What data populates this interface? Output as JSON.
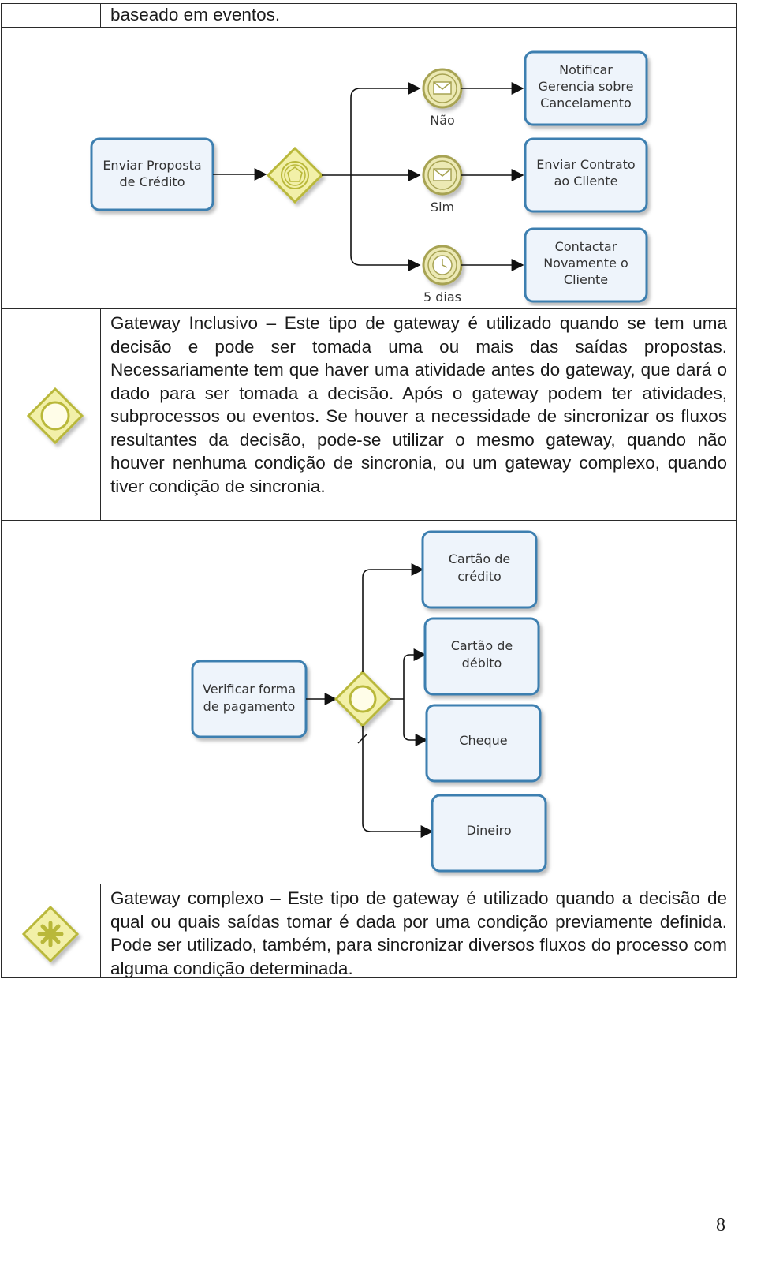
{
  "intro_tail": "baseado em eventos.",
  "diagram_event": {
    "task_start": [
      "Enviar Proposta",
      "de Crédito"
    ],
    "events": [
      "Não",
      "Sim",
      "5 dias"
    ],
    "targets": [
      [
        "Notificar",
        "Gerencia sobre",
        "Cancelamento"
      ],
      [
        "Enviar Contrato",
        "ao Cliente"
      ],
      [
        "Contactar",
        "Novamente o",
        "Cliente"
      ]
    ]
  },
  "inclusive": {
    "text": "Gateway Inclusivo – Este tipo de gateway é utilizado quando se tem uma decisão e pode ser tomada uma ou mais das saídas propostas. Necessariamente tem que haver uma atividade antes do gateway, que dará o dado para ser tomada a decisão. Após o gateway podem ter atividades, subprocessos ou eventos. Se houver a necessidade de sincronizar os fluxos resultantes da decisão, pode-se utilizar o mesmo gateway, quando não houver nenhuma condição de sincronia, ou um gateway complexo, quando tiver condição de sincronia."
  },
  "diagram_inclusive": {
    "task_start": [
      "Verificar forma",
      "de pagamento"
    ],
    "targets": [
      [
        "Cartão de",
        "crédito"
      ],
      [
        "Cartão de",
        "débito"
      ],
      [
        "Cheque"
      ],
      [
        "Dineiro"
      ]
    ]
  },
  "complex": {
    "text": "Gateway complexo – Este tipo de gateway é utilizado quando a decisão de qual ou quais saídas tomar é dada por uma condição previamente definida. Pode ser utilizado, também, para sincronizar diversos fluxos do processo com alguma condição determinada."
  },
  "page_number": "8",
  "colors": {
    "gateway_fill": "#f2f0a8",
    "gateway_stroke": "#b9b83a",
    "task_fill": "#eef4fb",
    "task_stroke": "#3c7fb0",
    "event_fill": "#ece9b4",
    "event_stroke": "#a7a353"
  }
}
